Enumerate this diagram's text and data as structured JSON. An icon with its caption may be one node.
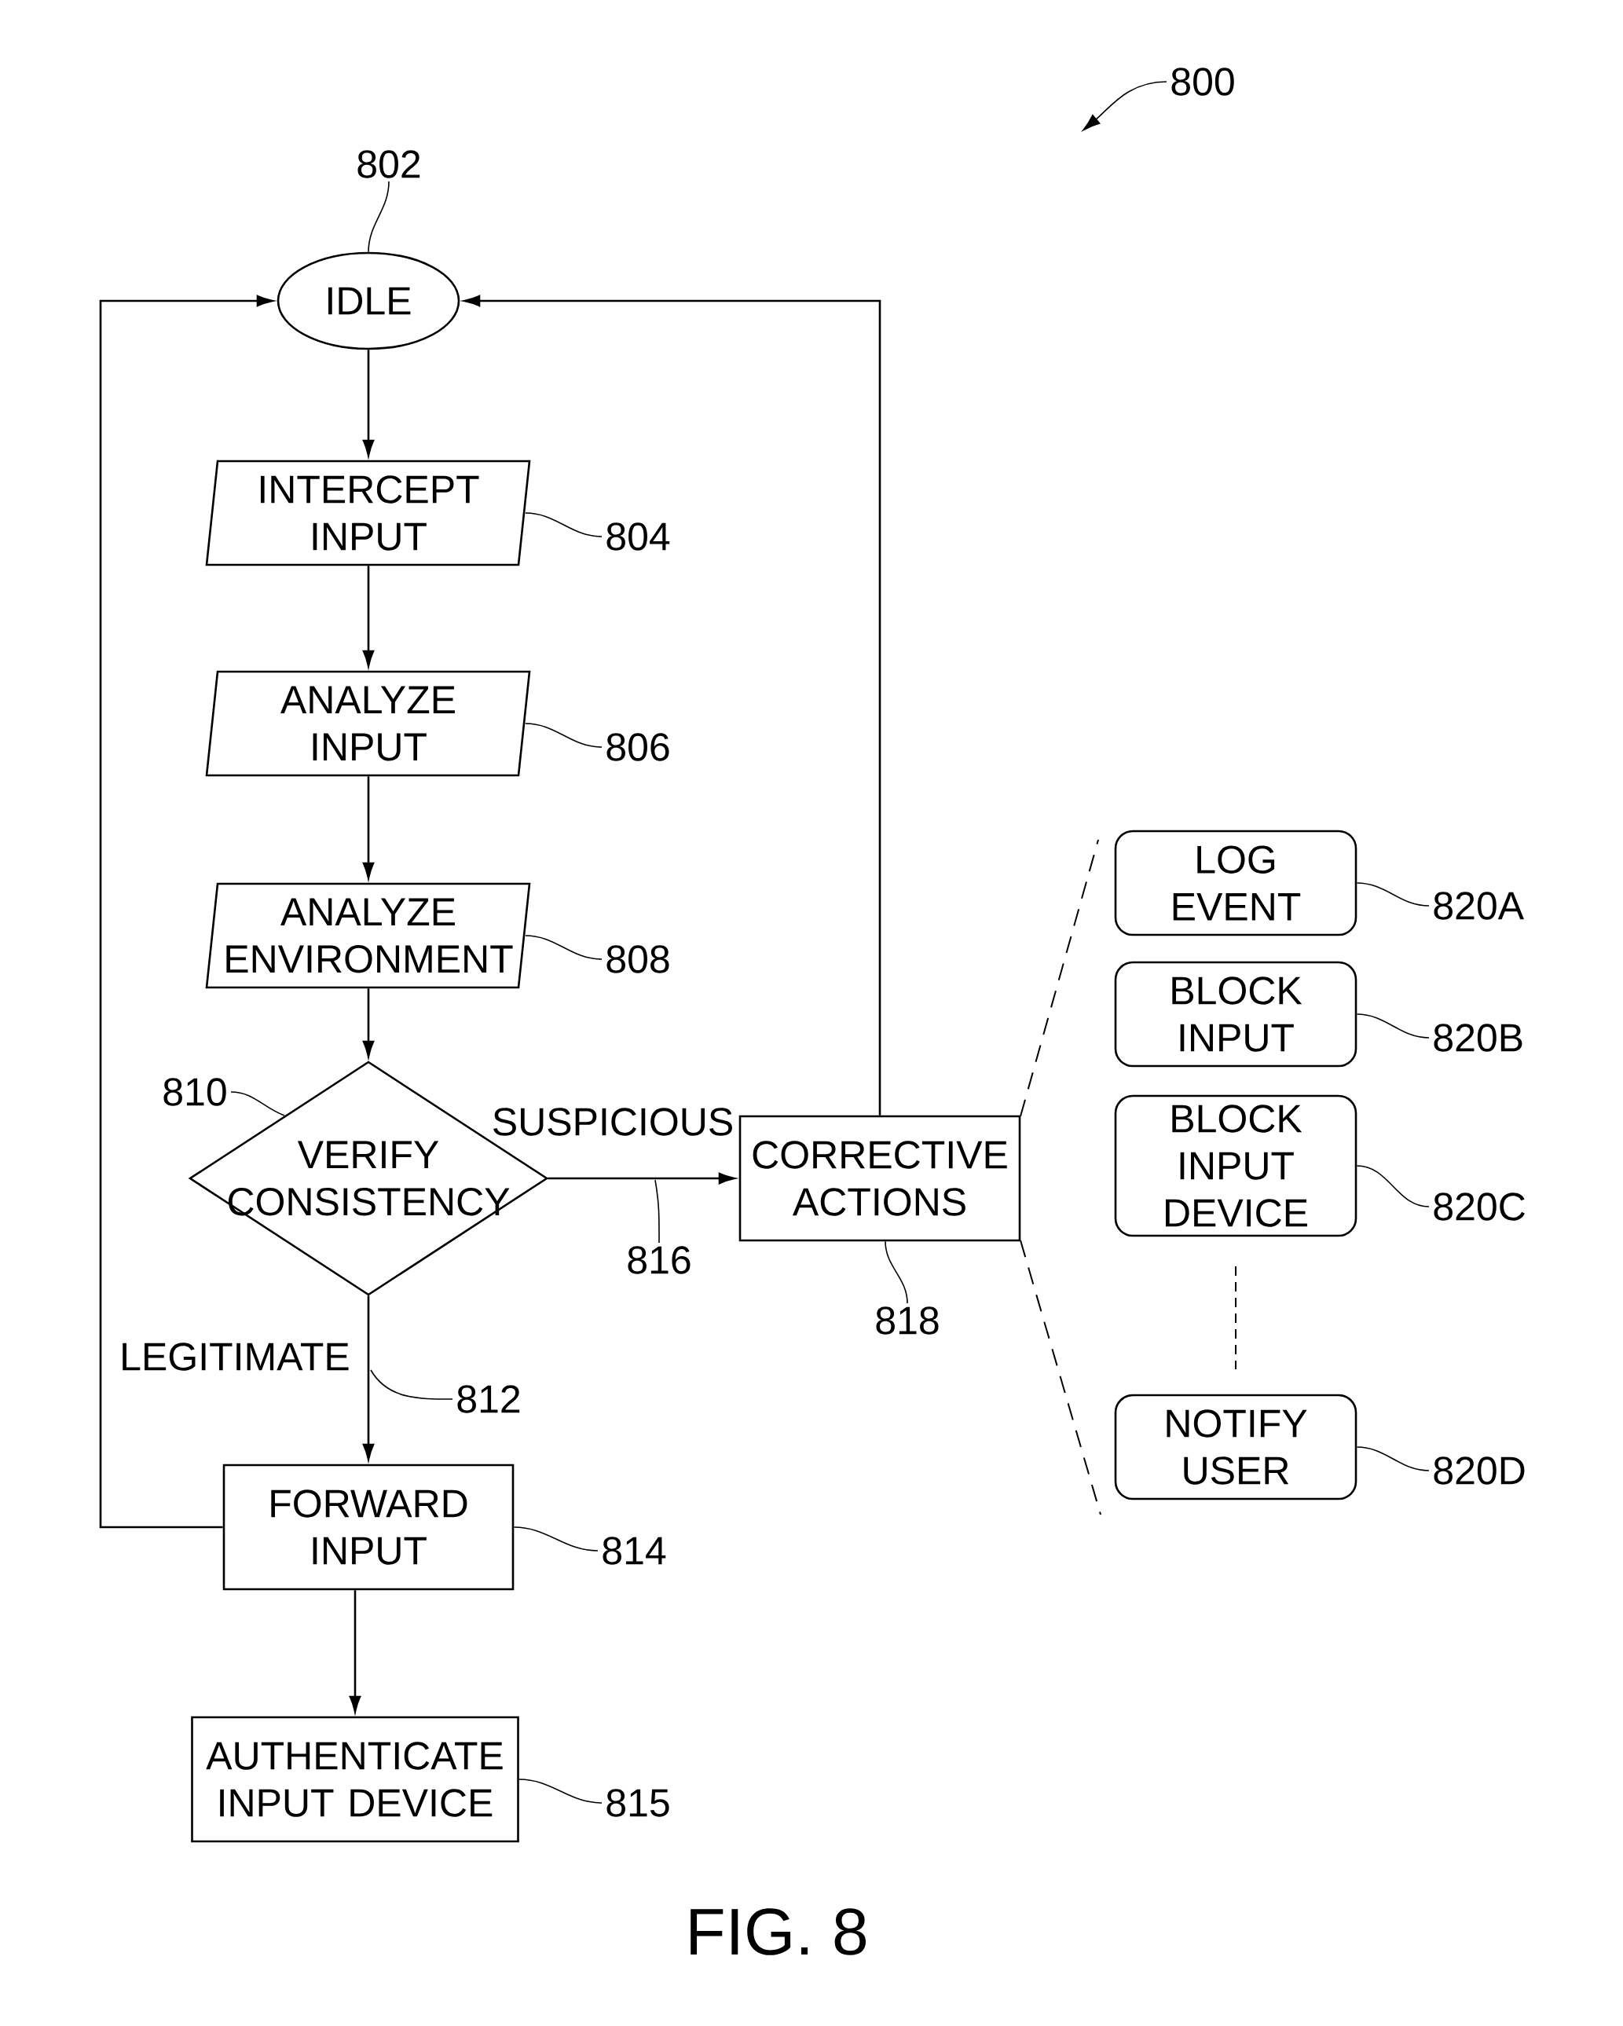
{
  "diagram": {
    "caption": "FIG. 8",
    "nodes": [
      {
        "text": [
          "IDLE"
        ]
      },
      {
        "text": [
          "INTERCEPT INPUT"
        ]
      },
      {
        "text": [
          "ANALYZE INPUT"
        ]
      },
      {
        "text": [
          "ANALYZE ENVIRONMENT"
        ]
      },
      {
        "text": [
          "VERIFY CONSISTENCY"
        ]
      },
      {
        "text": [
          "CORRECTIVE ACTIONS"
        ]
      },
      {
        "text": [
          "FORWARD INPUT"
        ]
      },
      {
        "text": [
          "AUTHENTICATE INPUT DEVICE"
        ]
      },
      {
        "text": [
          "LOG EVENT"
        ]
      },
      {
        "text": [
          "BLOCK INPUT"
        ]
      },
      {
        "text": [
          "BLOCK INPUT DEVICE"
        ]
      },
      {
        "text": [
          "NOTIFY USER"
        ]
      },
      {
        "text": [
          "812"
        ]
      },
      {
        "text": [
          "816"
        ]
      },
      {
        "text": [
          "800"
        ]
      },
      {
        "text": [
          "802"
        ]
      },
      {
        "text": [
          "804"
        ]
      },
      {
        "text": [
          "806"
        ]
      },
      {
        "text": [
          "808"
        ]
      },
      {
        "text": [
          "810"
        ]
      },
      {
        "text": [
          "818"
        ]
      },
      {
        "text": [
          "814"
        ]
      },
      {
        "text": [
          "815"
        ]
      },
      {
        "text": [
          "820A"
        ]
      },
      {
        "text": [
          "820B"
        ]
      },
      {
        "text": [
          "820C"
        ]
      },
      {
        "text": [
          "820D"
        ]
      }
    ],
    "edges": [
      {
        "from": 0,
        "to": 1,
        "arrow": "to"
      },
      {
        "from": 1,
        "to": 2,
        "arrow": "to"
      },
      {
        "from": 2,
        "to": 3,
        "arrow": "to"
      },
      {
        "from": 3,
        "to": 4,
        "arrow": "to"
      },
      {
        "from": 4,
        "to": 5,
        "arrow": "to",
        "label": "SUSPICIOUS"
      },
      {
        "from": 4,
        "to": 6,
        "arrow": "to",
        "label": "LEGITIMATE"
      },
      {
        "from": 6,
        "to": 7,
        "arrow": "to"
      },
      {
        "from": 6,
        "to": 0,
        "arrow": "to"
      },
      {
        "from": 5,
        "to": 0,
        "arrow": "to"
      },
      {
        "from": 12,
        "to": null,
        "arrow": "none"
      },
      {
        "from": 13,
        "to": null,
        "arrow": "none"
      },
      {
        "from": 14,
        "to": null,
        "arrow": "to"
      },
      {
        "from": 15,
        "to": 0,
        "arrow": "none"
      },
      {
        "from": 16,
        "to": 1,
        "arrow": "none"
      },
      {
        "from": 17,
        "to": 2,
        "arrow": "none"
      },
      {
        "from": 18,
        "to": 3,
        "arrow": "none"
      },
      {
        "from": 19,
        "to": 4,
        "arrow": "none"
      },
      {
        "from": 20,
        "to": 5,
        "arrow": "none"
      },
      {
        "from": 21,
        "to": 6,
        "arrow": "none"
      },
      {
        "from": 22,
        "to": 7,
        "arrow": "none"
      },
      {
        "from": 23,
        "to": 8,
        "arrow": "none"
      },
      {
        "from": 24,
        "to": 9,
        "arrow": "none"
      },
      {
        "from": 25,
        "to": 10,
        "arrow": "none"
      },
      {
        "from": 26,
        "to": 11,
        "arrow": "none"
      }
    ]
  }
}
